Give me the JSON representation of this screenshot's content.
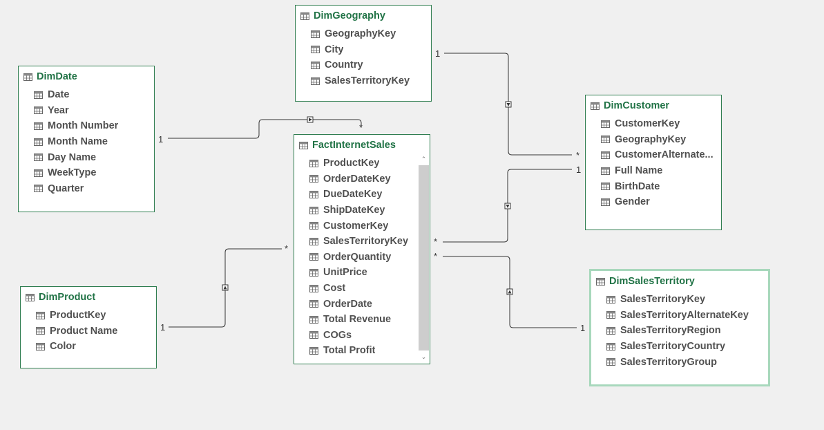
{
  "colors": {
    "background": "#f0f0f0",
    "table_border": "#2e7d4f",
    "table_title": "#217346",
    "field_text": "#505050",
    "line": "#333333",
    "selected_border": "#a8d8bc"
  },
  "icons": {
    "table": "table-grid-icon",
    "field": "column-grid-icon"
  },
  "tables": {
    "dim_geography": {
      "name": "DimGeography",
      "fields": [
        "GeographyKey",
        "City",
        "Country",
        "SalesTerritoryKey"
      ]
    },
    "dim_date": {
      "name": "DimDate",
      "fields": [
        "Date",
        "Year",
        "Month Number",
        "Month Name",
        "Day Name",
        "WeekType",
        "Quarter"
      ]
    },
    "fact_internet_sales": {
      "name": "FactInternetSales",
      "fields": [
        "ProductKey",
        "OrderDateKey",
        "DueDateKey",
        "ShipDateKey",
        "CustomerKey",
        "SalesTerritoryKey",
        "OrderQuantity",
        "UnitPrice",
        "Cost",
        "OrderDate",
        "Total Revenue",
        "COGs",
        "Total Profit"
      ]
    },
    "dim_customer": {
      "name": "DimCustomer",
      "fields": [
        "CustomerKey",
        "GeographyKey",
        "CustomerAlternate...",
        "Full Name",
        "BirthDate",
        "Gender"
      ]
    },
    "dim_product": {
      "name": "DimProduct",
      "fields": [
        "ProductKey",
        "Product Name",
        "Color"
      ]
    },
    "dim_sales_territory": {
      "name": "DimSalesTerritory",
      "selected": true,
      "fields": [
        "SalesTerritoryKey",
        "SalesTerritoryAlternateKey",
        "SalesTerritoryRegion",
        "SalesTerritoryCountry",
        "SalesTerritoryGroup"
      ]
    }
  },
  "relationships": [
    {
      "from": "DimDate",
      "to": "FactInternetSales",
      "from_cardinality": "1",
      "to_cardinality": "*"
    },
    {
      "from": "DimGeography",
      "to": "DimCustomer",
      "from_cardinality": "1",
      "to_cardinality": "*"
    },
    {
      "from": "DimCustomer",
      "to": "FactInternetSales",
      "from_cardinality": "1",
      "to_cardinality": "*"
    },
    {
      "from": "DimProduct",
      "to": "FactInternetSales",
      "from_cardinality": "1",
      "to_cardinality": "*"
    },
    {
      "from": "DimSalesTerritory",
      "to": "FactInternetSales",
      "from_cardinality": "1",
      "to_cardinality": "*"
    }
  ]
}
